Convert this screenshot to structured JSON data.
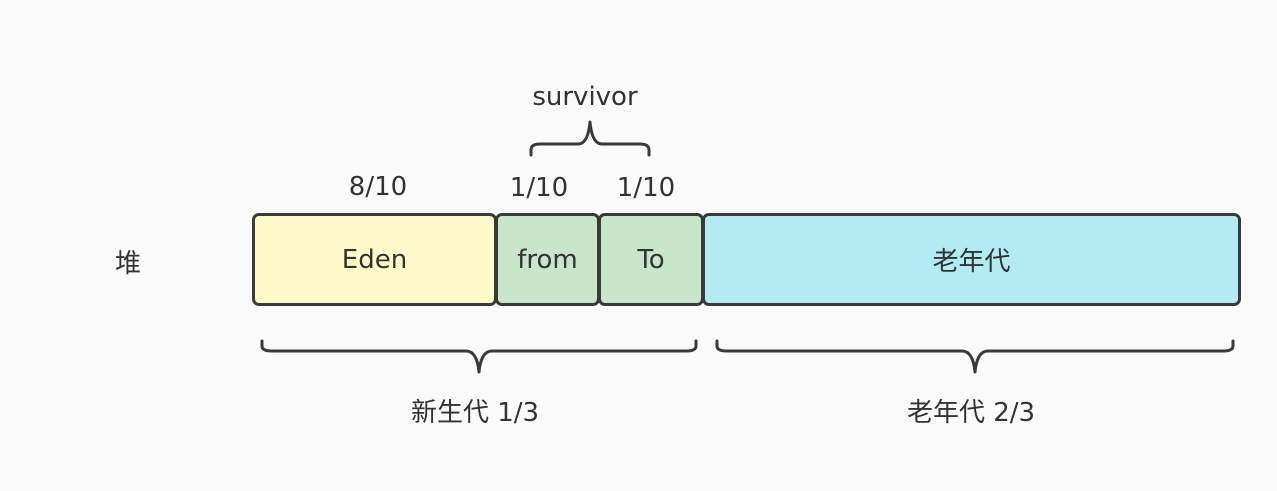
{
  "heap_label": "堆",
  "survivor_label": "survivor",
  "regions": {
    "eden": {
      "label": "Eden",
      "ratio": "8/10",
      "color": "#fffac8"
    },
    "from": {
      "label": "from",
      "ratio": "1/10",
      "color": "#c8e6c9"
    },
    "to": {
      "label": "To",
      "ratio": "1/10",
      "color": "#c8e6c9"
    },
    "old": {
      "label": "老年代",
      "color": "#b2ebf2"
    }
  },
  "groups": {
    "young": {
      "label": "新生代 1/3"
    },
    "old": {
      "label": "老年代 2/3"
    }
  },
  "colors": {
    "stroke": "#3a3a3a",
    "text": "#333333",
    "background": "#fafafa"
  }
}
